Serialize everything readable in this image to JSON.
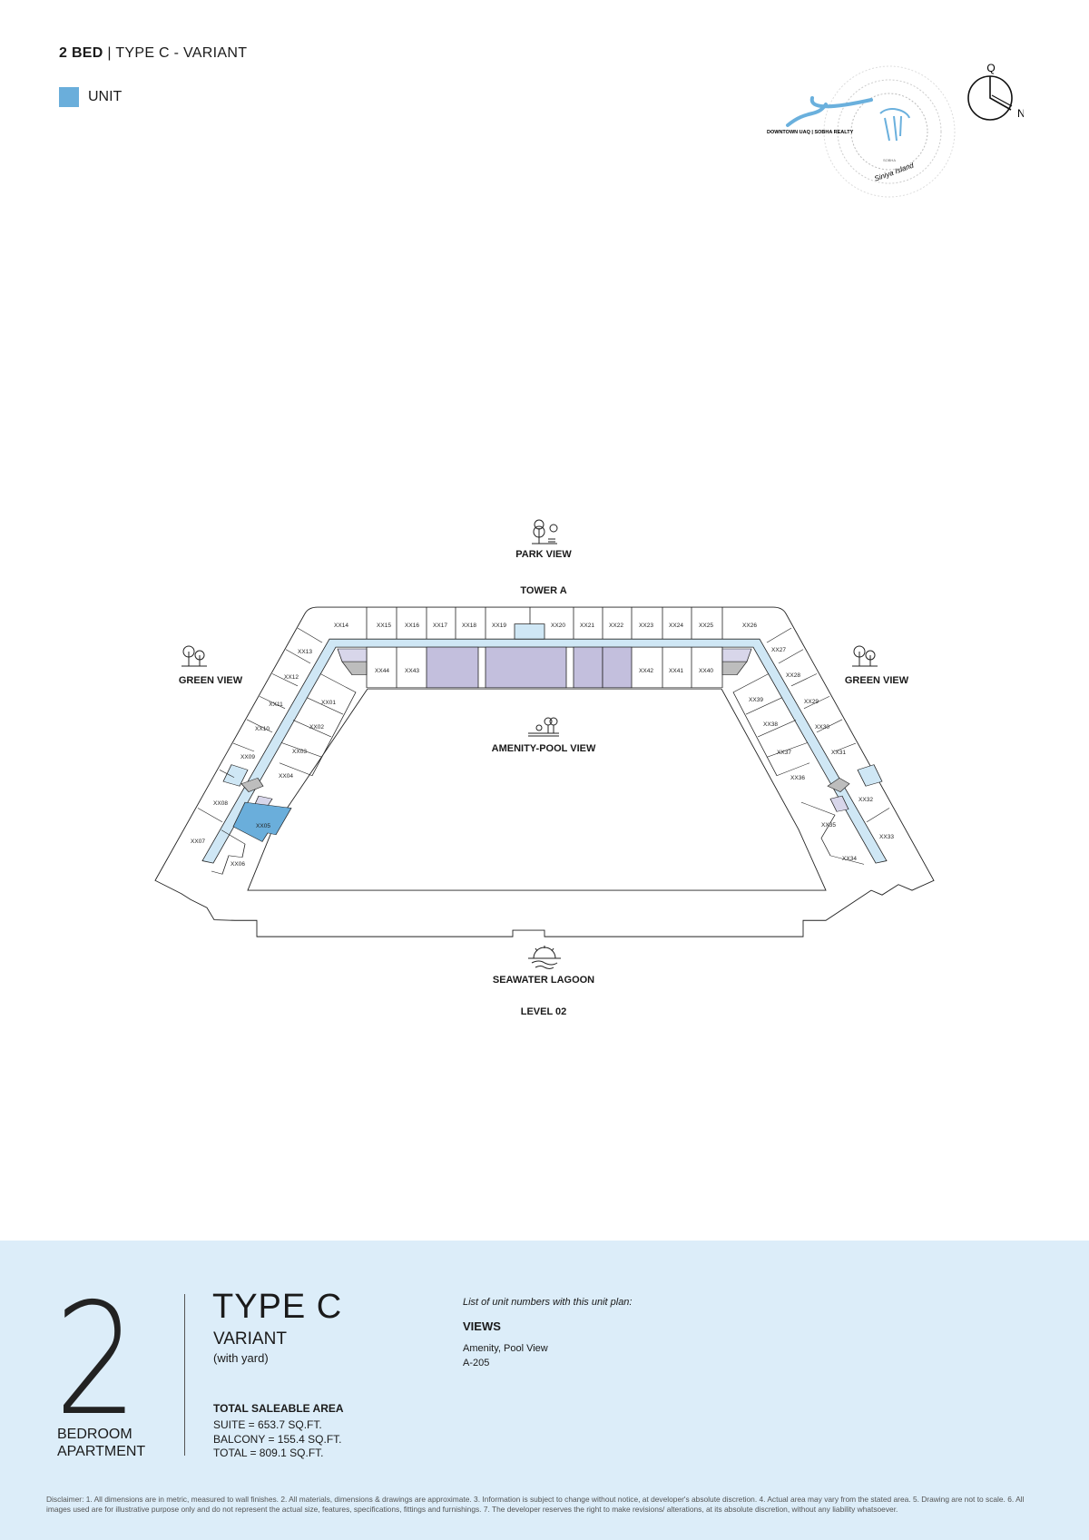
{
  "header": {
    "bed": "2 BED",
    "separator": "|",
    "type": "TYPE C - VARIANT"
  },
  "legend": {
    "label": "UNIT",
    "color": "#6aaedb"
  },
  "logo": {
    "left_text": "DOWNTOWN UAQ | SOBHA REALTY",
    "brand_small": "SOBHA",
    "brand_script": "Siniya Island"
  },
  "compass": {
    "top_letter": "Q",
    "north_letter": "N"
  },
  "plan": {
    "park_view": "PARK VIEW",
    "tower": "TOWER A",
    "green_view_left": "GREEN VIEW",
    "green_view_right": "GREEN VIEW",
    "amenity": "AMENITY-POOL VIEW",
    "lagoon": "SEAWATER LAGOON",
    "level": "LEVEL 02",
    "highlighted_unit": "XX05",
    "colors": {
      "corridor": "#cfe7f5",
      "highlight": "#6aaedb",
      "amenity": "#c3bfdd",
      "service": "#bdbdbd"
    },
    "units_top": [
      "XX14",
      "XX15",
      "XX16",
      "XX17",
      "XX18",
      "XX19",
      "XX20",
      "XX21",
      "XX22",
      "XX23",
      "XX24",
      "XX25",
      "XX26"
    ],
    "units_inner_top": [
      "XX44",
      "XX43",
      "XX42",
      "XX41",
      "XX40"
    ],
    "units_left": [
      "XX13",
      "XX12",
      "XX11",
      "XX10",
      "XX09",
      "XX08",
      "XX07",
      "XX01",
      "XX02",
      "XX03",
      "XX04",
      "XX05",
      "XX06"
    ],
    "units_right": [
      "XX27",
      "XX28",
      "XX29",
      "XX30",
      "XX31",
      "XX32",
      "XX33",
      "XX39",
      "XX38",
      "XX37",
      "XX36",
      "XX35",
      "XX34"
    ]
  },
  "summary": {
    "bedrooms": "2",
    "bedroom_line1": "BEDROOM",
    "bedroom_line2": "APARTMENT",
    "type": "TYPE C",
    "variant": "VARIANT",
    "variant_note": "(with yard)",
    "area_heading": "TOTAL SALEABLE AREA",
    "suite": "SUITE = 653.7 SQ.FT.",
    "balcony": "BALCONY = 155.4 SQ.FT.",
    "total": "TOTAL = 809.1 SQ.FT.",
    "list_heading": "List of unit numbers with this unit plan:",
    "views_heading": "VIEWS",
    "views": [
      "Amenity, Pool View",
      "A-205"
    ]
  },
  "disclaimer": "Disclaimer: 1. All dimensions are in metric, measured to wall finishes. 2. All materials, dimensions & drawings are approximate. 3. Information is subject to change without notice, at developer's absolute discretion. 4. Actual area may vary from the stated area. 5. Drawing are not to scale. 6. All images used are for illustrative purpose only and do not represent the actual size, features, specifications, fittings and furnishings. 7. The developer reserves the right to make revisions/ alterations, at its absolute discretion, without any liability whatsoever."
}
